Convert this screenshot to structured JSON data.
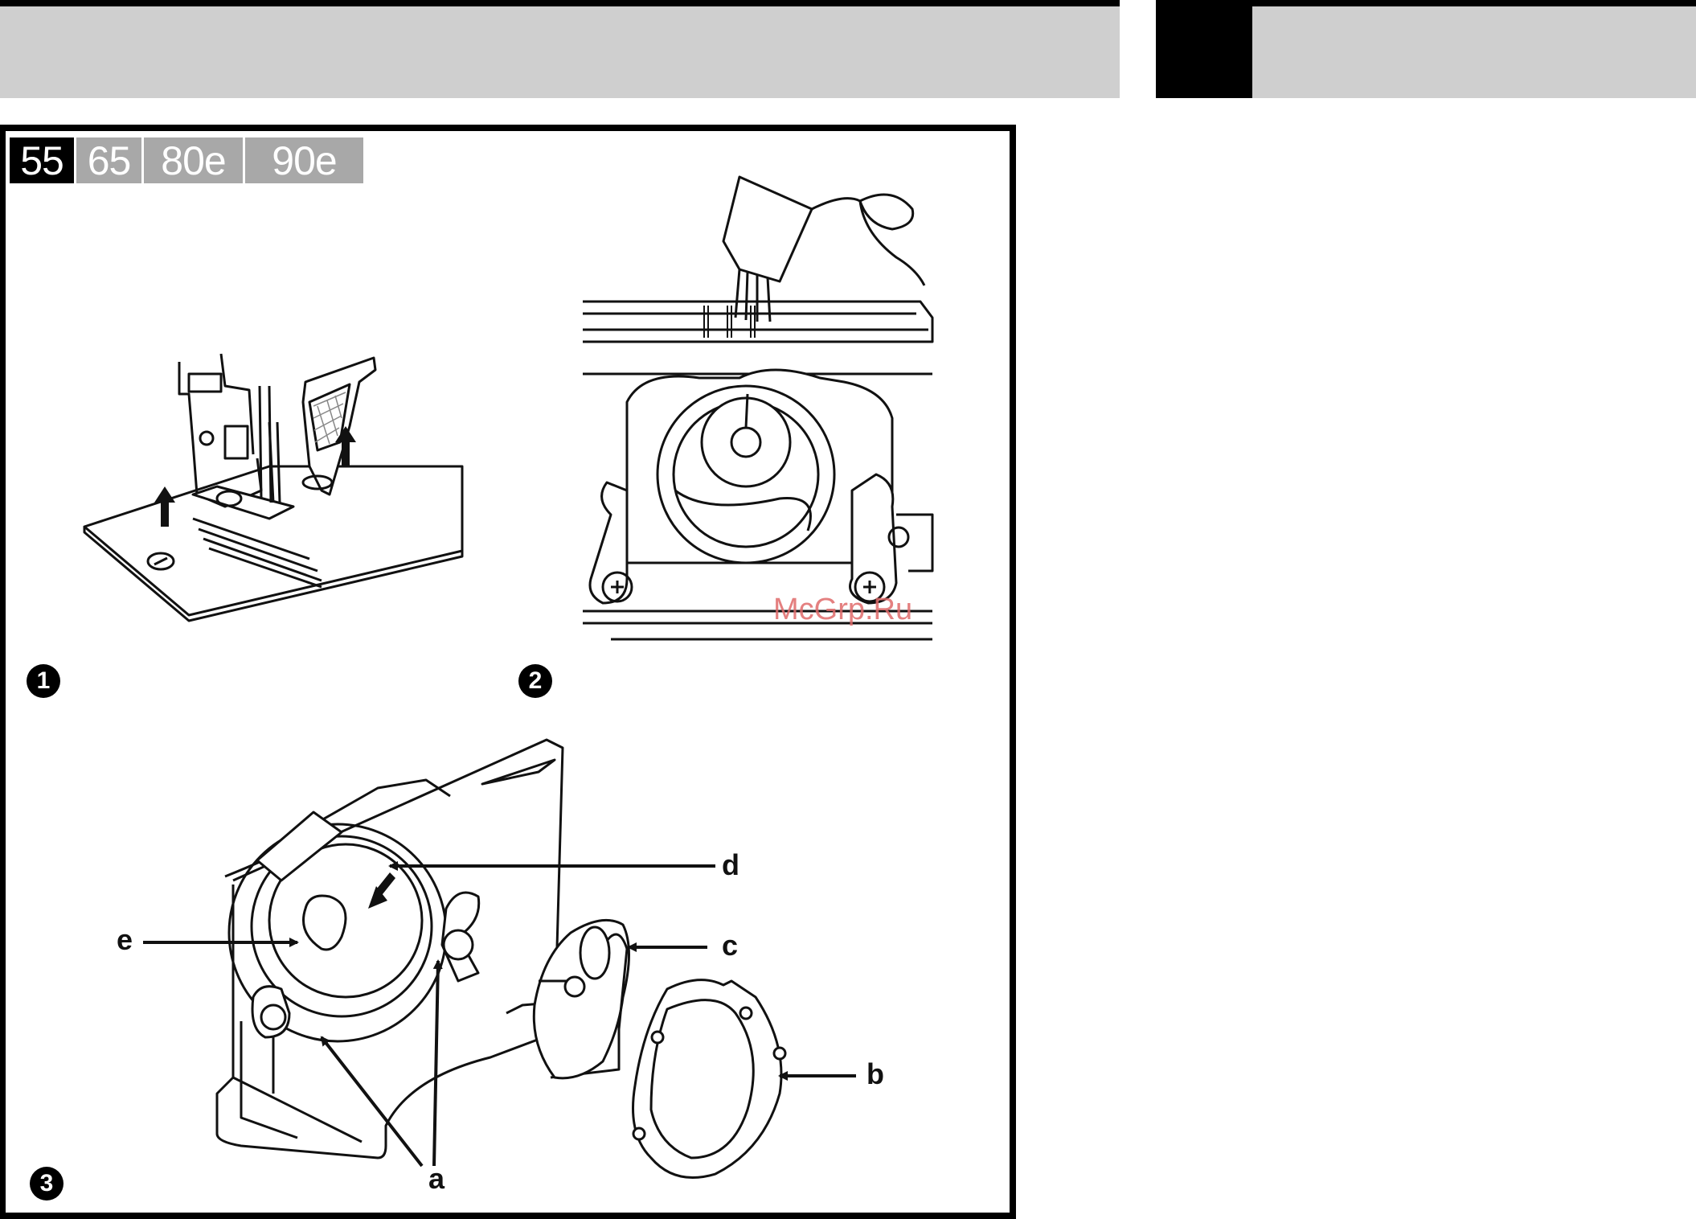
{
  "tabs": [
    {
      "label": "55",
      "active": true
    },
    {
      "label": "65",
      "active": false
    },
    {
      "label": "80e",
      "active": false
    },
    {
      "label": "90e",
      "active": false
    }
  ],
  "steps": {
    "one": "1",
    "two": "2",
    "three": "3"
  },
  "callouts": {
    "a": "a",
    "b": "b",
    "c": "c",
    "d": "d",
    "e": "e"
  },
  "watermark": "McGrp.Ru",
  "colors": {
    "header_gray": "#cfcfcf",
    "tab_inactive": "#a8a8a8",
    "tab_active": "#000000"
  }
}
